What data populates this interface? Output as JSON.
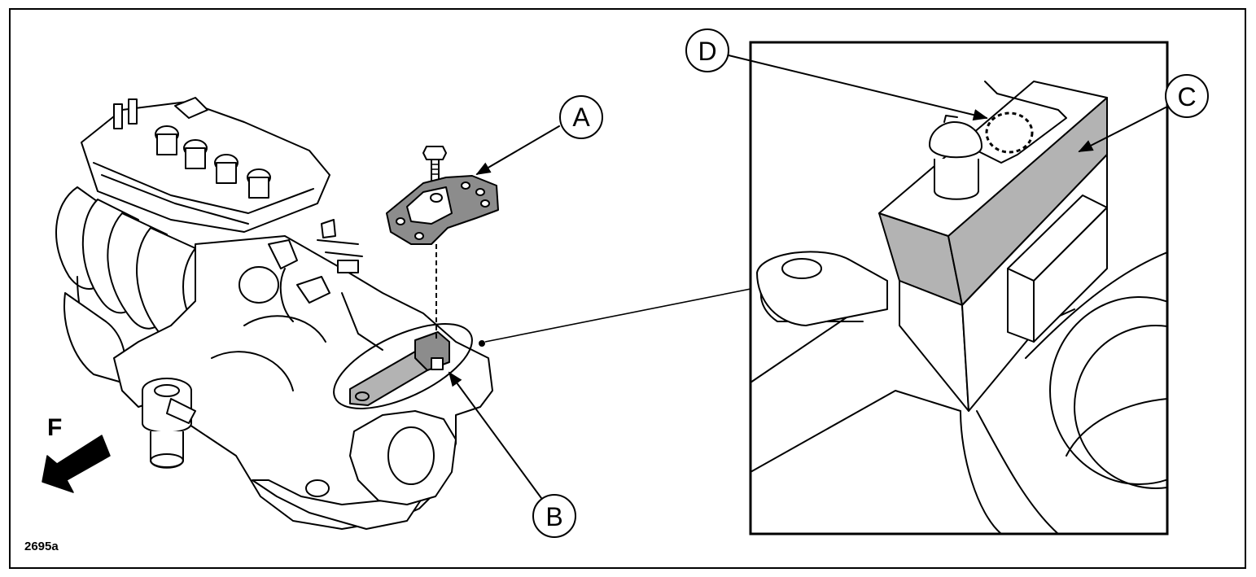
{
  "figure_id": "2695a",
  "callouts": {
    "a": "A",
    "b": "B",
    "c": "C",
    "d": "D"
  },
  "direction_label": "F",
  "colors": {
    "line": "#000000",
    "highlight": "#b3b3b3",
    "background": "#ffffff"
  }
}
